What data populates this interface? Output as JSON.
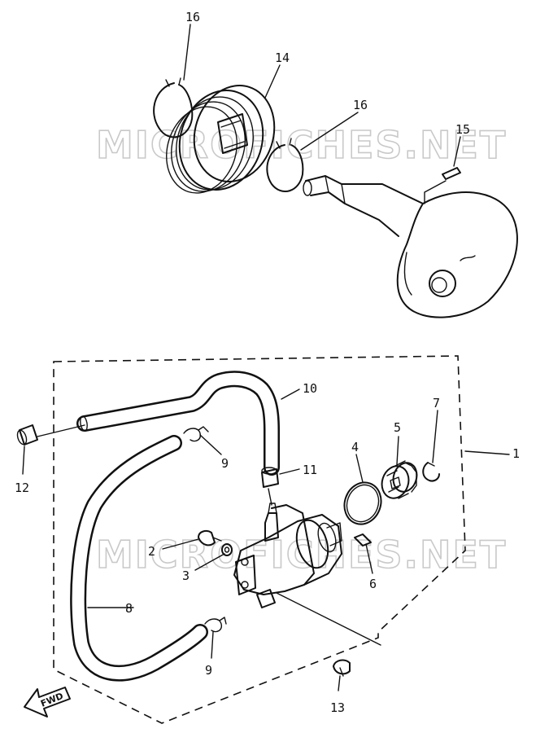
{
  "watermark": "MICROFICHES.NET",
  "fwd_label": "FWD",
  "callouts": {
    "c1": "1",
    "c2": "2",
    "c3": "3",
    "c4": "4",
    "c5": "5",
    "c6": "6",
    "c7": "7",
    "c8": "8",
    "c9a": "9",
    "c9b": "9",
    "c10": "10",
    "c11": "11",
    "c12": "12",
    "c13": "13",
    "c14": "14",
    "c15": "15",
    "c16a": "16",
    "c16b": "16"
  }
}
